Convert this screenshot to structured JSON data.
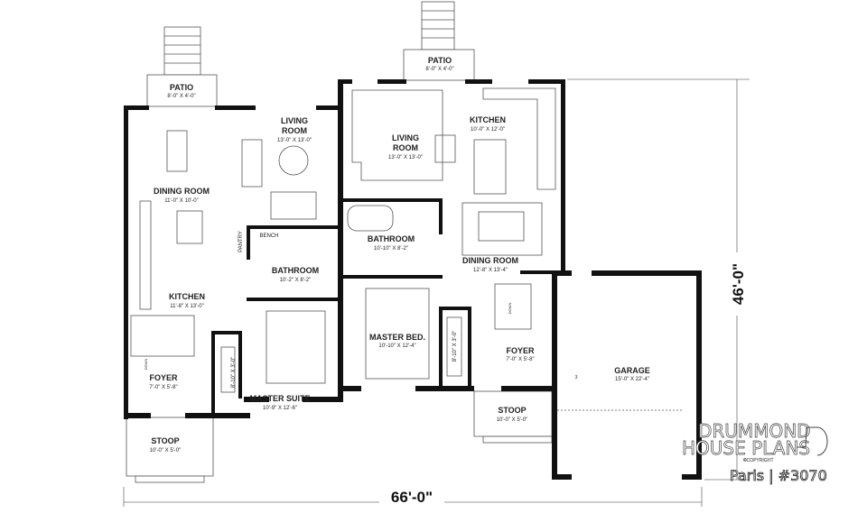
{
  "plan": {
    "left_unit": {
      "patio": {
        "name": "PATIO",
        "dims": "8'-0\" X 4'-0\""
      },
      "living_room": {
        "name_1": "LIVING",
        "name_2": "ROOM",
        "dims": "13'-0\" X 13'-0\""
      },
      "dining_room": {
        "name": "DINING ROOM",
        "dims": "11'-0\" X 10'-0\""
      },
      "pantry": {
        "name": "PANTRY"
      },
      "bench": {
        "name": "BENCH"
      },
      "bathroom": {
        "name": "BATHROOM",
        "dims": "10'-2\" X 8'-2\""
      },
      "kitchen": {
        "name": "KITCHEN",
        "dims": "11'-8\" X 13'-0\""
      },
      "foyer": {
        "name": "FOYER",
        "dims": "7'-0\" X 5'-8\""
      },
      "closet": {
        "dims": "8'-10\" X 3'-0\""
      },
      "master_suite": {
        "name": "MASTER SUITE",
        "dims": "10'-9\" X 12'-6\""
      },
      "stoop": {
        "name": "STOOP",
        "dims": "10'-0\" X 5'-0\""
      },
      "stair_label": "DOWN"
    },
    "right_unit": {
      "patio": {
        "name": "PATIO",
        "dims": "8'-0\" X 4'-0\""
      },
      "living_room": {
        "name_1": "LIVING",
        "name_2": "ROOM",
        "dims": "13'-0\" X 13'-0\""
      },
      "kitchen": {
        "name": "KITCHEN",
        "dims": "10'-0\" X 12'-0\""
      },
      "bathroom": {
        "name": "BATHROOM",
        "dims": "10'-10\" X 8'-2\""
      },
      "dining_room": {
        "name": "DINING ROOM",
        "dims": "12'-8\" X 13'-4\""
      },
      "master_bed": {
        "name": "MASTER BED.",
        "dims": "10'-10\" X 12'-4\""
      },
      "closet": {
        "dims": "8'-10\" X 3'-0\""
      },
      "foyer": {
        "name": "FOYER",
        "dims": "7'-0\" X 5'-8\""
      },
      "garage": {
        "name": "GARAGE",
        "dims": "15'-0\" X 22'-4\""
      },
      "stoop": {
        "name": "STOOP",
        "dims": "10'-0\" X 5'-0\""
      },
      "stair_label": "DOWN",
      "step_label": "3"
    },
    "width_dim": "66'-0\"",
    "depth_dim": "46'-0\""
  },
  "branding": {
    "logo_line1": "DRUMMOND",
    "logo_line2": "HOUSE PLANS",
    "copyright": "©COPYRIGHT",
    "plan_title": "Paris | #3070"
  }
}
